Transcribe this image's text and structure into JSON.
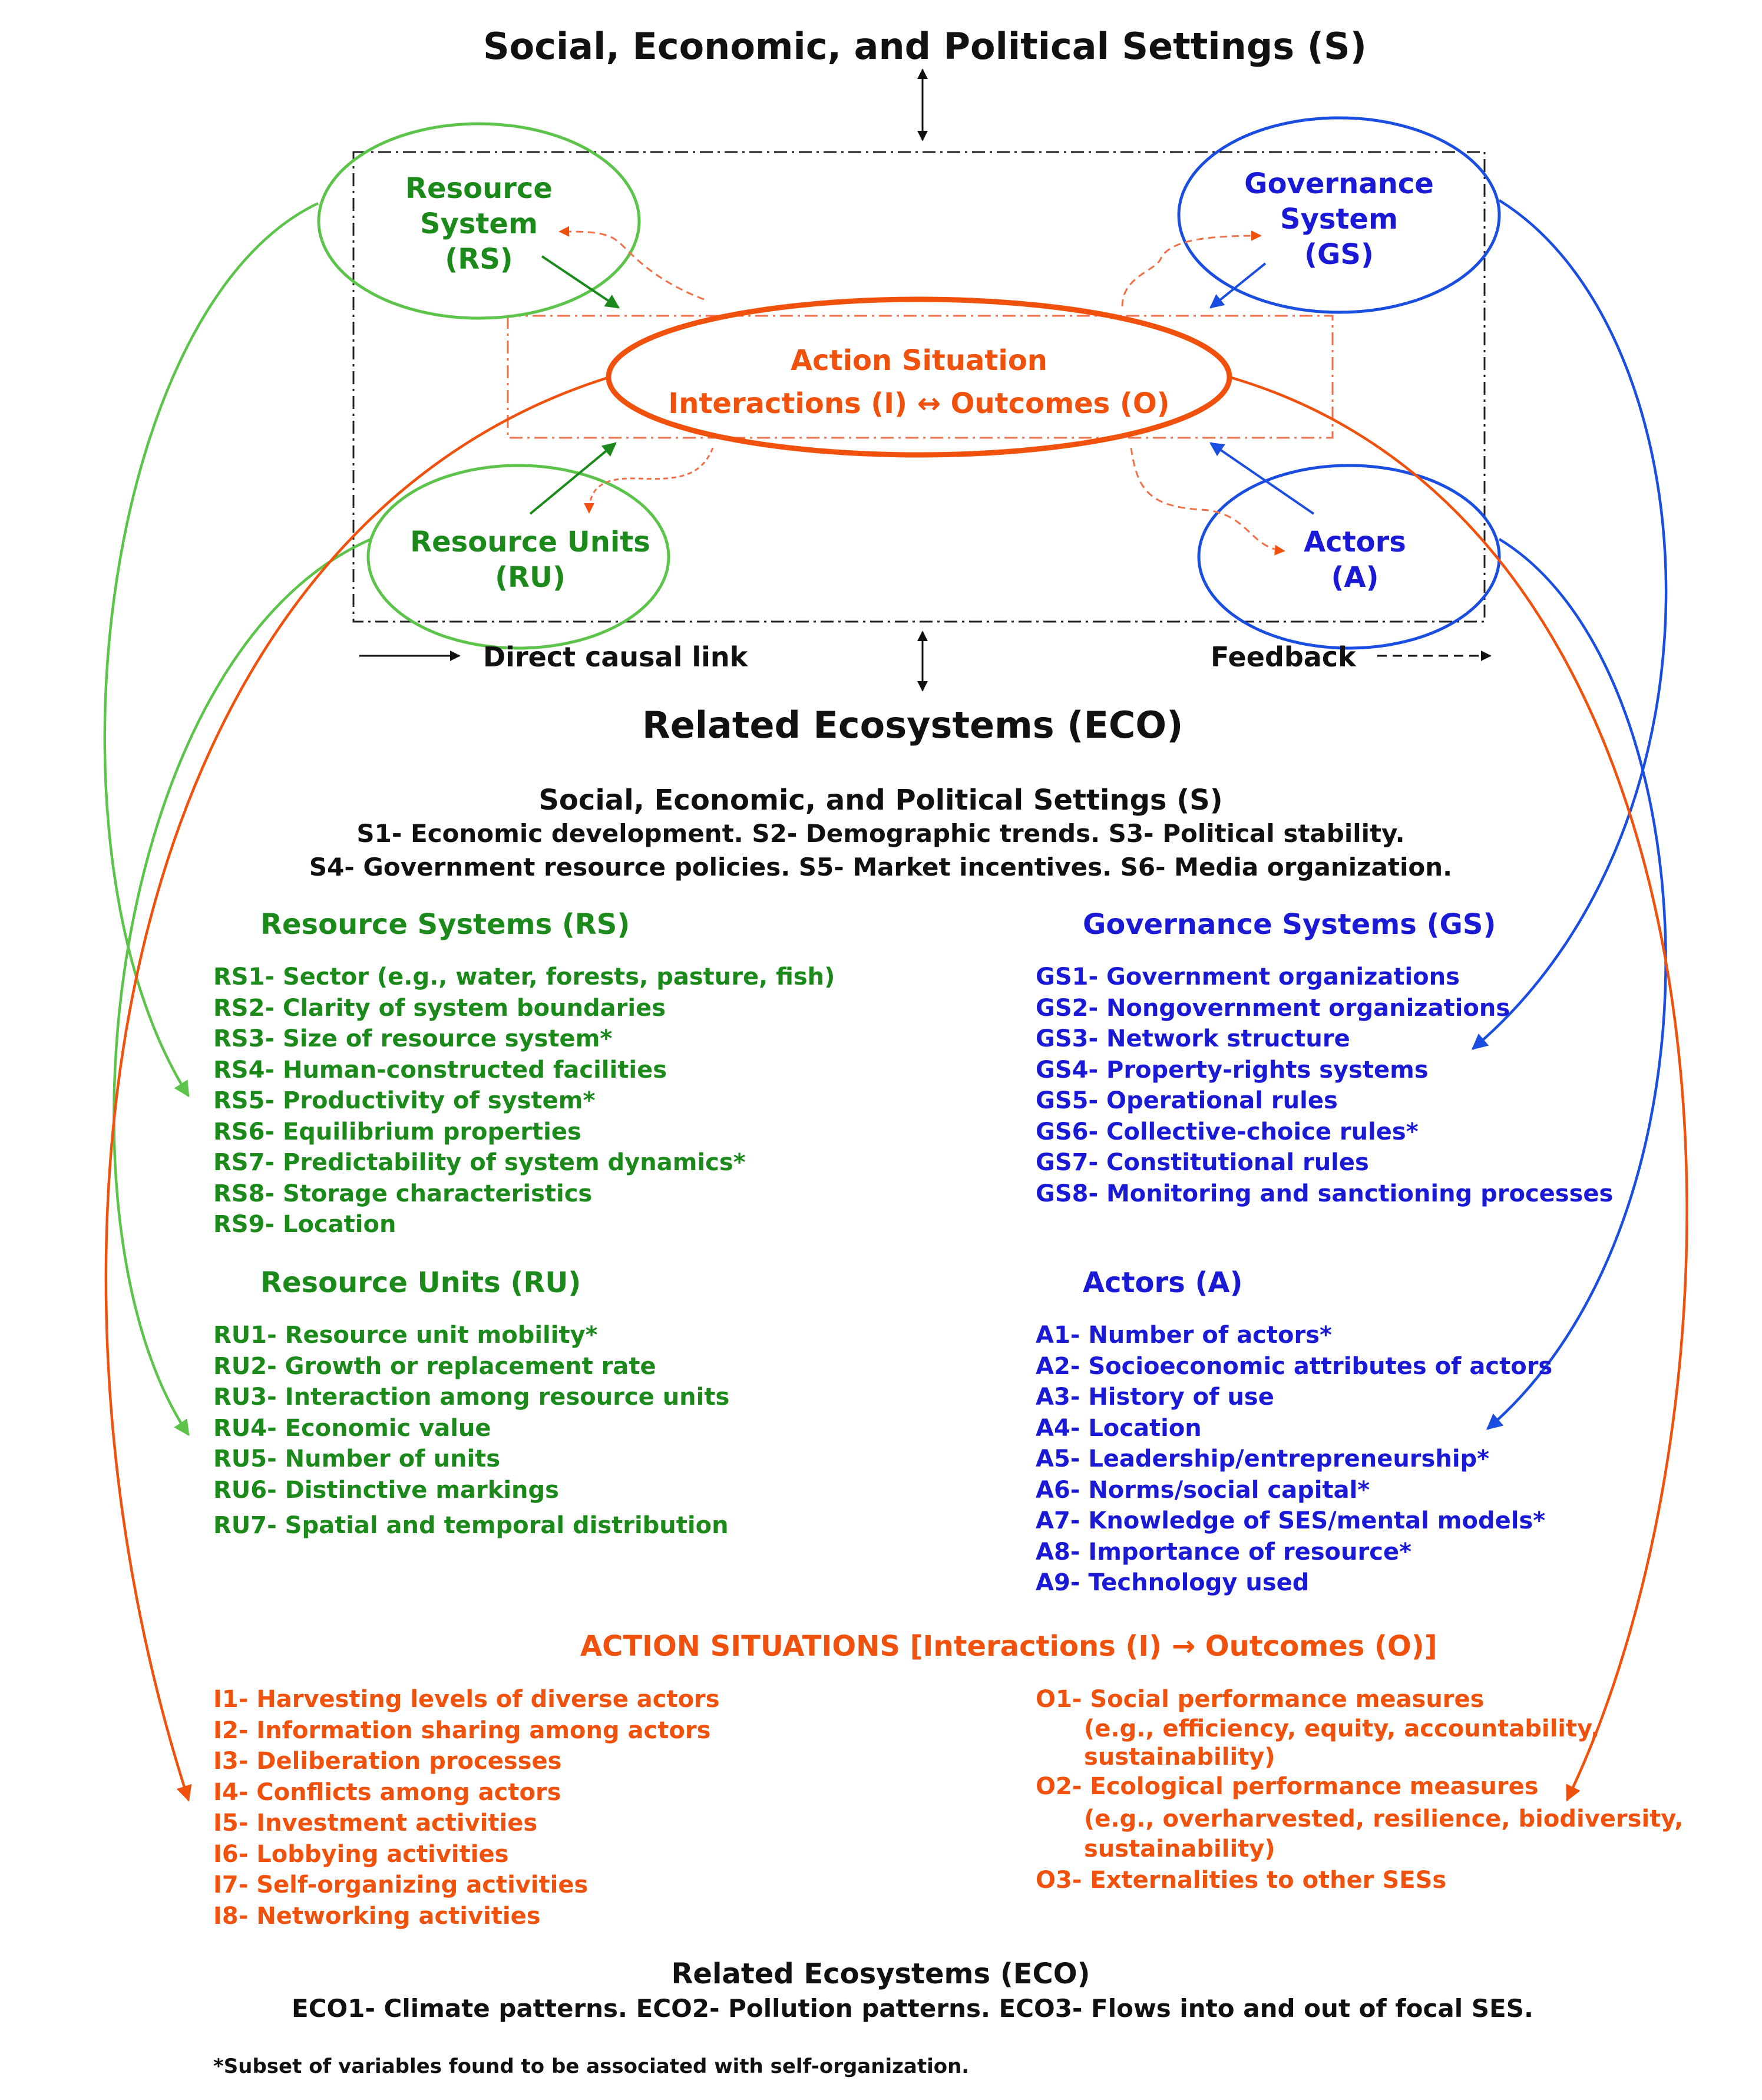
{
  "diagram": {
    "top_label": "Social, Economic, and Political Settings (S)",
    "bottom_label": "Related Ecosystems (ECO)",
    "nodes": {
      "rs": {
        "line1": "Resource",
        "line2": "System",
        "line3": "(RS)"
      },
      "gs": {
        "line1": "Governance",
        "line2": "System",
        "line3": "(GS)"
      },
      "ru": {
        "line1": "Resource Units",
        "line2": "(RU)"
      },
      "a": {
        "line1": "Actors",
        "line2": "(A)"
      },
      "action": {
        "line1": "Action Situation",
        "line2": "Interactions (I) ↔ Outcomes (O)"
      }
    },
    "legend": {
      "direct": "Direct causal link",
      "feedback": "Feedback"
    }
  },
  "settings": {
    "title": "Social, Economic, and Political Settings (S)",
    "line1": "S1- Economic development.  S2- Demographic trends.  S3- Political stability.",
    "line2": "S4- Government resource policies.  S5- Market incentives.  S6- Media organization."
  },
  "resource_systems": {
    "title": "Resource Systems (RS)",
    "items": [
      "RS1- Sector (e.g., water, forests, pasture, fish)",
      "RS2- Clarity of system boundaries",
      "RS3- Size of resource system*",
      "RS4- Human-constructed facilities",
      "RS5- Productivity of system*",
      "RS6- Equilibrium properties",
      "RS7- Predictability of system dynamics*",
      "RS8- Storage characteristics",
      "RS9- Location"
    ]
  },
  "governance_systems": {
    "title": "Governance Systems (GS)",
    "items": [
      "GS1- Government organizations",
      "GS2- Nongovernment organizations",
      "GS3- Network structure",
      "GS4- Property-rights systems",
      "GS5- Operational rules",
      "GS6- Collective-choice rules*",
      "GS7- Constitutional rules",
      "GS8- Monitoring and sanctioning processes"
    ]
  },
  "resource_units": {
    "title": "Resource Units (RU)",
    "items": [
      "RU1- Resource unit mobility*",
      "RU2- Growth or replacement rate",
      "RU3- Interaction among resource units",
      "RU4- Economic value",
      "RU5- Number of units",
      "RU6- Distinctive markings",
      "RU7- Spatial and temporal distribution"
    ]
  },
  "actors": {
    "title": "Actors (A)",
    "items": [
      "A1- Number of actors*",
      "A2- Socioeconomic attributes of actors",
      "A3- History of use",
      "A4- Location",
      "A5- Leadership/entrepreneurship*",
      "A6- Norms/social capital*",
      "A7- Knowledge of SES/mental models*",
      "A8- Importance of resource*",
      "A9- Technology used"
    ]
  },
  "action_situations": {
    "title": "ACTION SITUATIONS [Interactions (I) → Outcomes (O)]",
    "interactions": [
      "I1- Harvesting levels of diverse actors",
      "I2- Information sharing among actors",
      "I3- Deliberation processes",
      "I4- Conflicts among actors",
      "I5- Investment activities",
      "I6- Lobbying activities",
      "I7- Self-organizing activities",
      "I8- Networking activities"
    ],
    "outcomes": [
      {
        "label": "O1- Social performance measures",
        "detail1": "(e.g., efficiency, equity, accountability,",
        "detail2": "sustainability)"
      },
      {
        "label": "O2- Ecological performance measures",
        "detail1": "(e.g., overharvested, resilience, biodiversity,",
        "detail2": "sustainability)"
      },
      {
        "label": "O3- Externalities to other SESs"
      }
    ]
  },
  "ecosystems": {
    "title": "Related Ecosystems (ECO)",
    "line": "ECO1- Climate patterns.  ECO2- Pollution patterns.  ECO3- Flows into and out of focal SES."
  },
  "footnote": "*Subset of variables found to be associated with self-organization.",
  "colors": {
    "green": "#1b8a1b",
    "blue": "#1a1ad6",
    "orange": "#f0520e",
    "black": "#111111"
  }
}
